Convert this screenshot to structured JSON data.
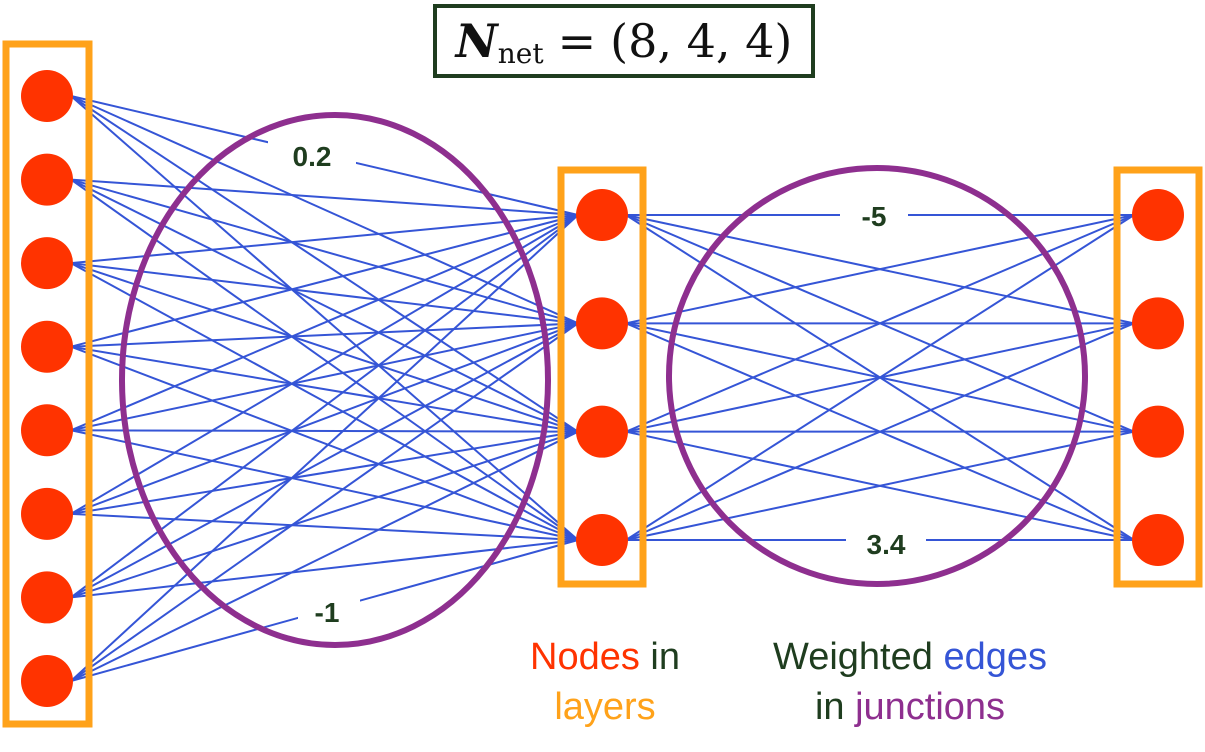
{
  "title": {
    "symbol": "N",
    "subscript": "net",
    "equals": "=",
    "value": "(8, 4, 4)"
  },
  "layers": [
    8,
    4,
    4
  ],
  "edge_weight_labels": [
    "0.2",
    "-1",
    "-5",
    "3.4"
  ],
  "captions": {
    "nodes_word": "Nodes",
    "in_word": "in",
    "layers_word": "layers",
    "weighted_word": "Weighted",
    "edges_word": "edges",
    "in_word_2": "in",
    "junctions_word": "junctions"
  },
  "colors": {
    "node": "#ff3300",
    "layer_box": "#ffa21a",
    "edge": "#3555d6",
    "junction": "#8e2f8f",
    "title_border": "#1f3d1f",
    "label_text": "#1f3d1f"
  }
}
